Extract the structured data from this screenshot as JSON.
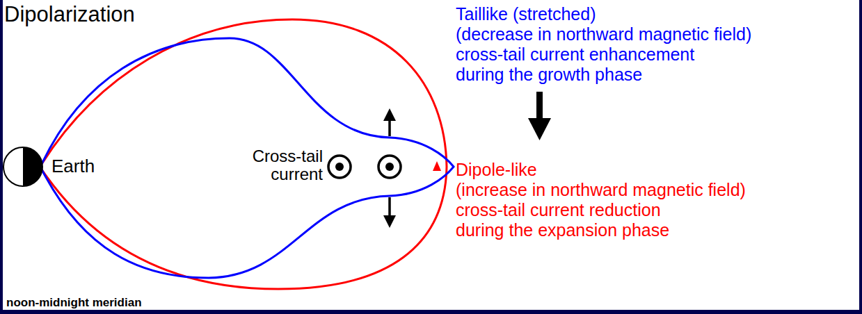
{
  "diagram": {
    "title": "Dipolarization",
    "labels": [
      "Taillike (stretched)",
      "(decrease in northward magnetic field)",
      "cross-tail current enhancement",
      "during the growth phase",
      "Earth",
      "Cross-tail current",
      "Dipole-like",
      "(increase in northward magnetic field)",
      "cross-tail current reduction",
      "during the expansion phase",
      "noon-midnight meridian"
    ]
  }
}
